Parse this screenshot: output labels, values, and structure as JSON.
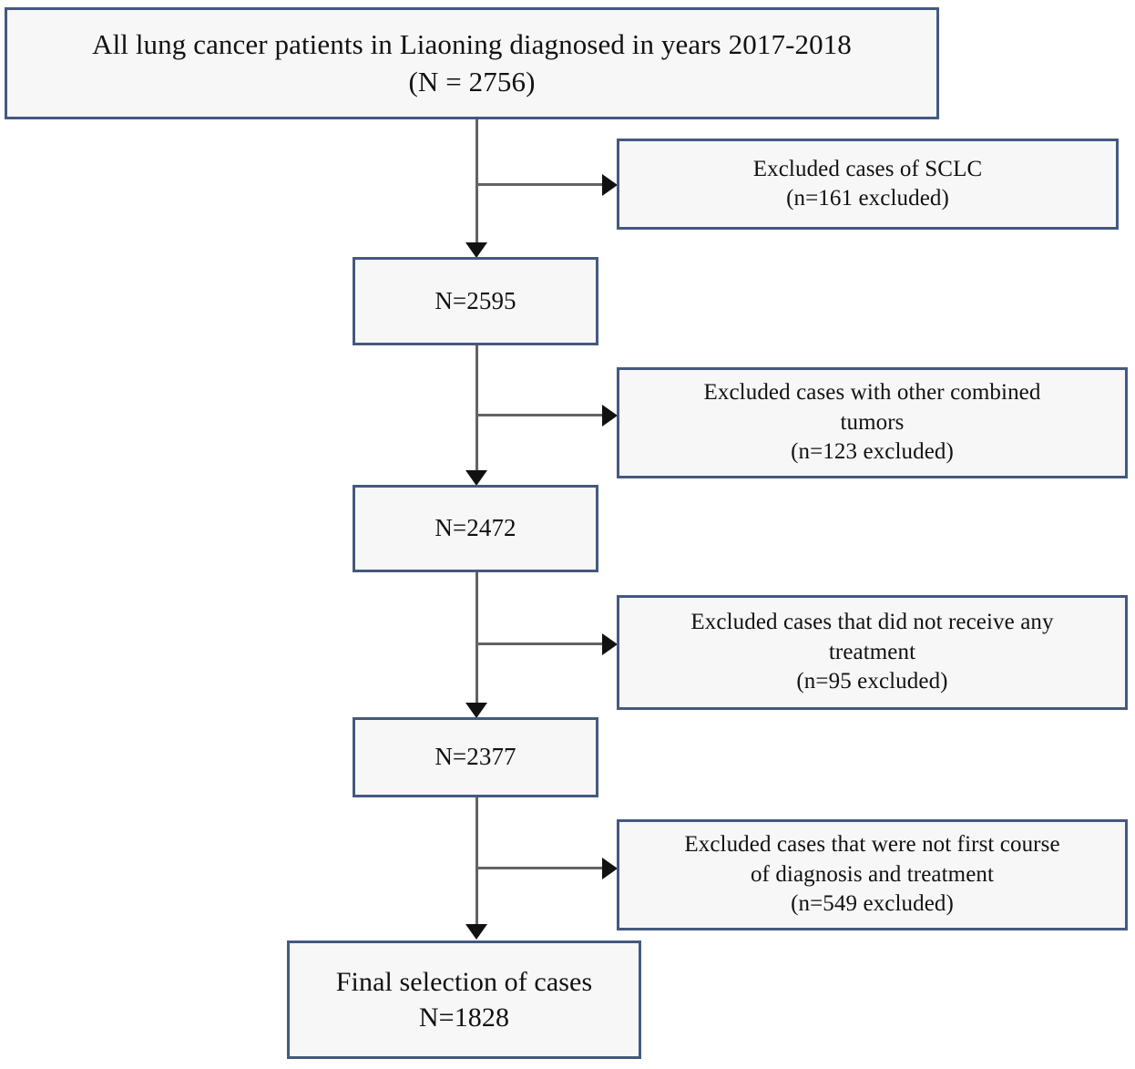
{
  "figure": {
    "type": "flowchart",
    "orientation": "vertical",
    "colors": {
      "box_border": "#44597f",
      "box_fill": "#f7f7f7",
      "connector": "#636363",
      "arrowhead": "#111111",
      "text": "#111111",
      "background": "#ffffff"
    }
  },
  "nodes": {
    "top": {
      "label": "All lung cancer patients in Liaoning diagnosed in years 2017-2018\n(N = 2756)",
      "count": 2756
    },
    "stage_1": {
      "label": "N=2595",
      "count": 2595
    },
    "stage_2": {
      "label": "N=2472",
      "count": 2472
    },
    "stage_3": {
      "label": "N=2377",
      "count": 2377
    },
    "final": {
      "label": "Final selection of cases\nN=1828",
      "count": 1828
    }
  },
  "exclusions": [
    {
      "label": "Excluded cases of SCLC\n(n=161 excluded)",
      "reason": "Excluded cases of SCLC",
      "n": 161
    },
    {
      "label": "Excluded cases with other combined\ntumors\n(n=123 excluded)",
      "reason": "Excluded cases with other combined tumors",
      "n": 123
    },
    {
      "label": "Excluded cases that did not receive any\ntreatment\n(n=95 excluded)",
      "reason": "Excluded cases that did not receive any treatment",
      "n": 95
    },
    {
      "label": "Excluded cases that were not first course\nof diagnosis and treatment\n(n=549 excluded)",
      "reason": "Excluded cases that were not first course of diagnosis and treatment",
      "n": 549
    }
  ]
}
